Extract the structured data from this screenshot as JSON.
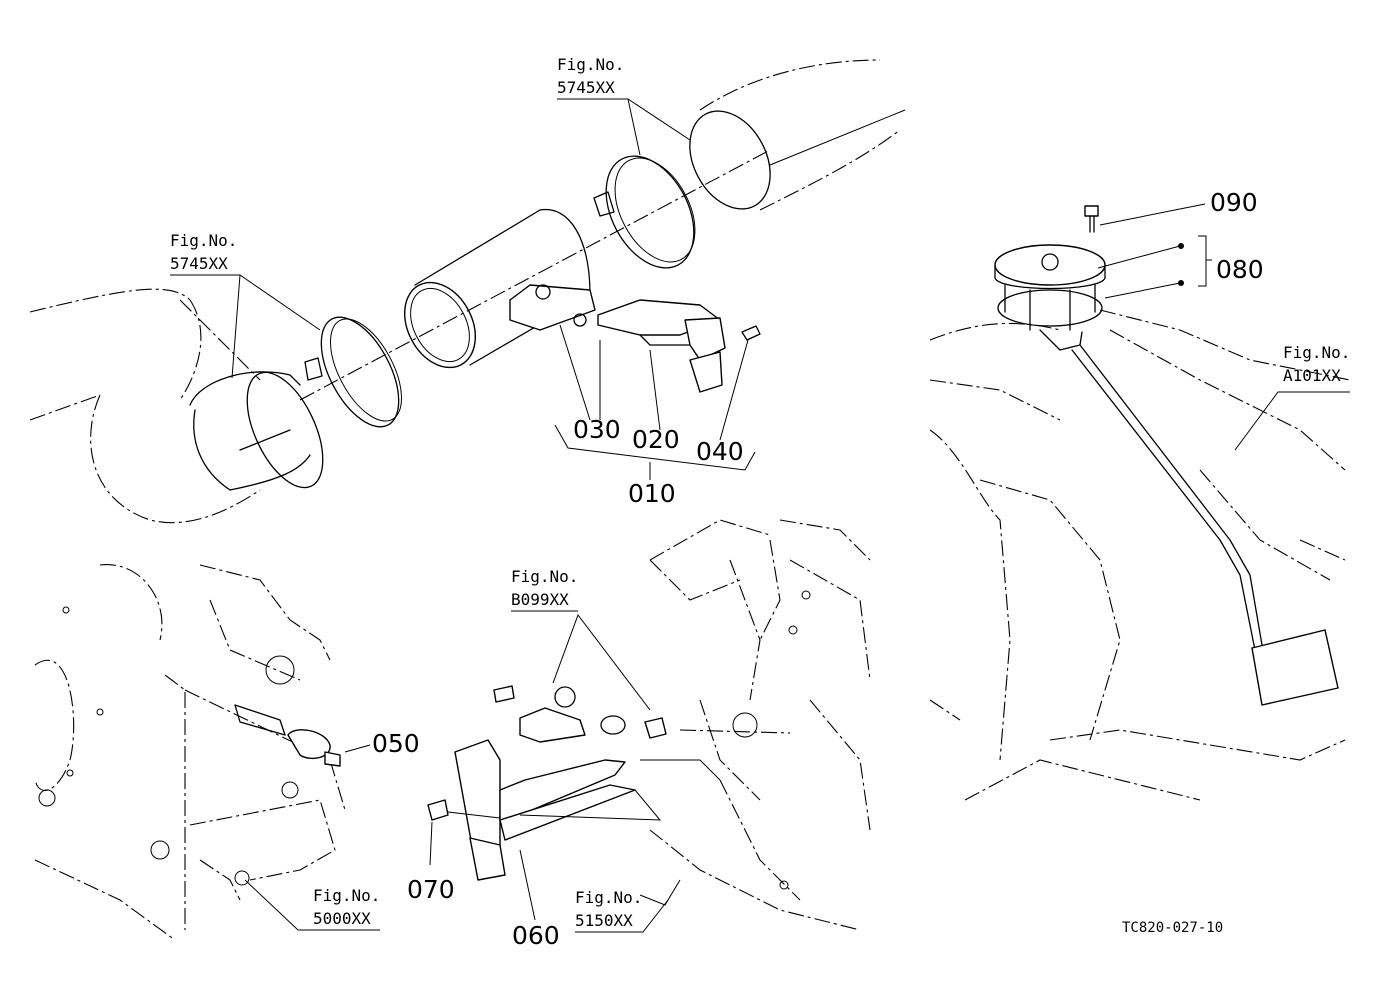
{
  "diagram": {
    "drawing_code": "TC820-027-10",
    "parts": [
      {
        "id": "p010",
        "label": "010"
      },
      {
        "id": "p020",
        "label": "020"
      },
      {
        "id": "p030",
        "label": "030"
      },
      {
        "id": "p040",
        "label": "040"
      },
      {
        "id": "p050",
        "label": "050"
      },
      {
        "id": "p060",
        "label": "060"
      },
      {
        "id": "p070",
        "label": "070"
      },
      {
        "id": "p080",
        "label": "080"
      },
      {
        "id": "p090",
        "label": "090"
      }
    ],
    "fig_refs": [
      {
        "id": "f1",
        "title": "Fig.No.",
        "code": "5745XX"
      },
      {
        "id": "f2",
        "title": "Fig.No.",
        "code": "5745XX"
      },
      {
        "id": "f3",
        "title": "Fig.No.",
        "code": "A101XX"
      },
      {
        "id": "f4",
        "title": "Fig.No.",
        "code": "B099XX"
      },
      {
        "id": "f5",
        "title": "Fig.No.",
        "code": "5000XX"
      },
      {
        "id": "f6",
        "title": "Fig.No.",
        "code": "5150XX"
      }
    ]
  }
}
